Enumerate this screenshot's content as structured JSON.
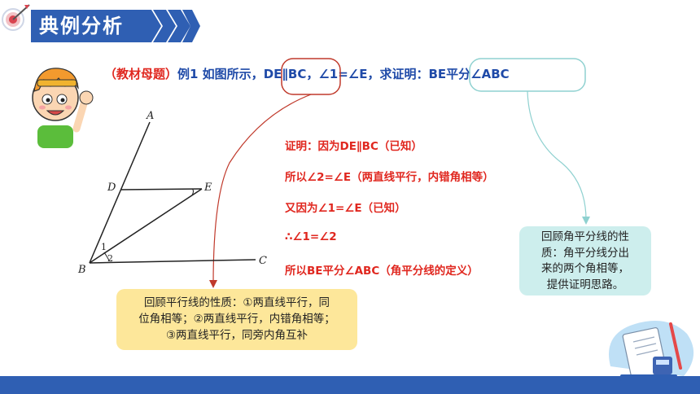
{
  "header": {
    "title": "典例分析"
  },
  "problem": {
    "prefix": "（教材母题）",
    "example": "例1 如图所示，",
    "given1": "DE∥BC",
    "given2": "，∠1=∠E，求证明：",
    "goal": "BE平分∠ABC"
  },
  "proof": [
    "证明：因为DE∥BC（已知）",
    "所以∠2=∠E（两直线平行，内错角相等）",
    "又因为∠1=∠E（已知）",
    "∴∠1=∠2",
    "所以BE平分∠ABC（角平分线的定义）"
  ],
  "figure": {
    "points": [
      "A",
      "D",
      "E",
      "B",
      "C"
    ],
    "angles": [
      "1",
      "2"
    ]
  },
  "notes": {
    "parallel": [
      "回顾平行线的性质：①两直线平行，同",
      "位角相等；②两直线平行，内错角相等；",
      "③两直线平行，同旁内角互补"
    ],
    "bisector": [
      "回顾角平分线的性",
      "质：角平分线分出",
      "来的两个角相等，",
      "提供证明思路。"
    ]
  },
  "colors": {
    "banner": "#2f5fb3",
    "proof_red": "#e0271f",
    "problem_blue": "#1f4aa8",
    "yellow_note": "#fde79a",
    "cyan_note": "#cdeeed"
  }
}
